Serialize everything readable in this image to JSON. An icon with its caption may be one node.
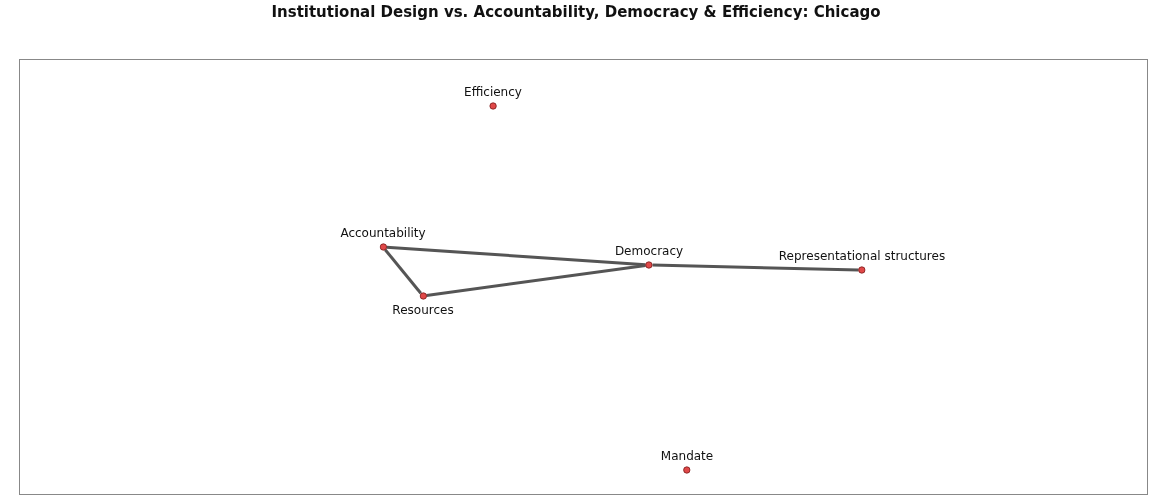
{
  "diagram": {
    "title": "Institutional Design vs. Accountability, Democracy & Efficiency: Chicago",
    "nodes": [
      {
        "text": [
          "Efficiency"
        ]
      },
      {
        "text": [
          "Accountability"
        ]
      },
      {
        "text": [
          "Democracy"
        ]
      },
      {
        "text": [
          "Representational structures"
        ]
      },
      {
        "text": [
          "Resources"
        ]
      },
      {
        "text": [
          "Mandate"
        ]
      }
    ],
    "edges": [
      {
        "from": 1,
        "to": 2,
        "arrow": "none"
      },
      {
        "from": 1,
        "to": 4,
        "arrow": "none"
      },
      {
        "from": 4,
        "to": 2,
        "arrow": "none"
      },
      {
        "from": 2,
        "to": 3,
        "arrow": "none"
      }
    ]
  }
}
